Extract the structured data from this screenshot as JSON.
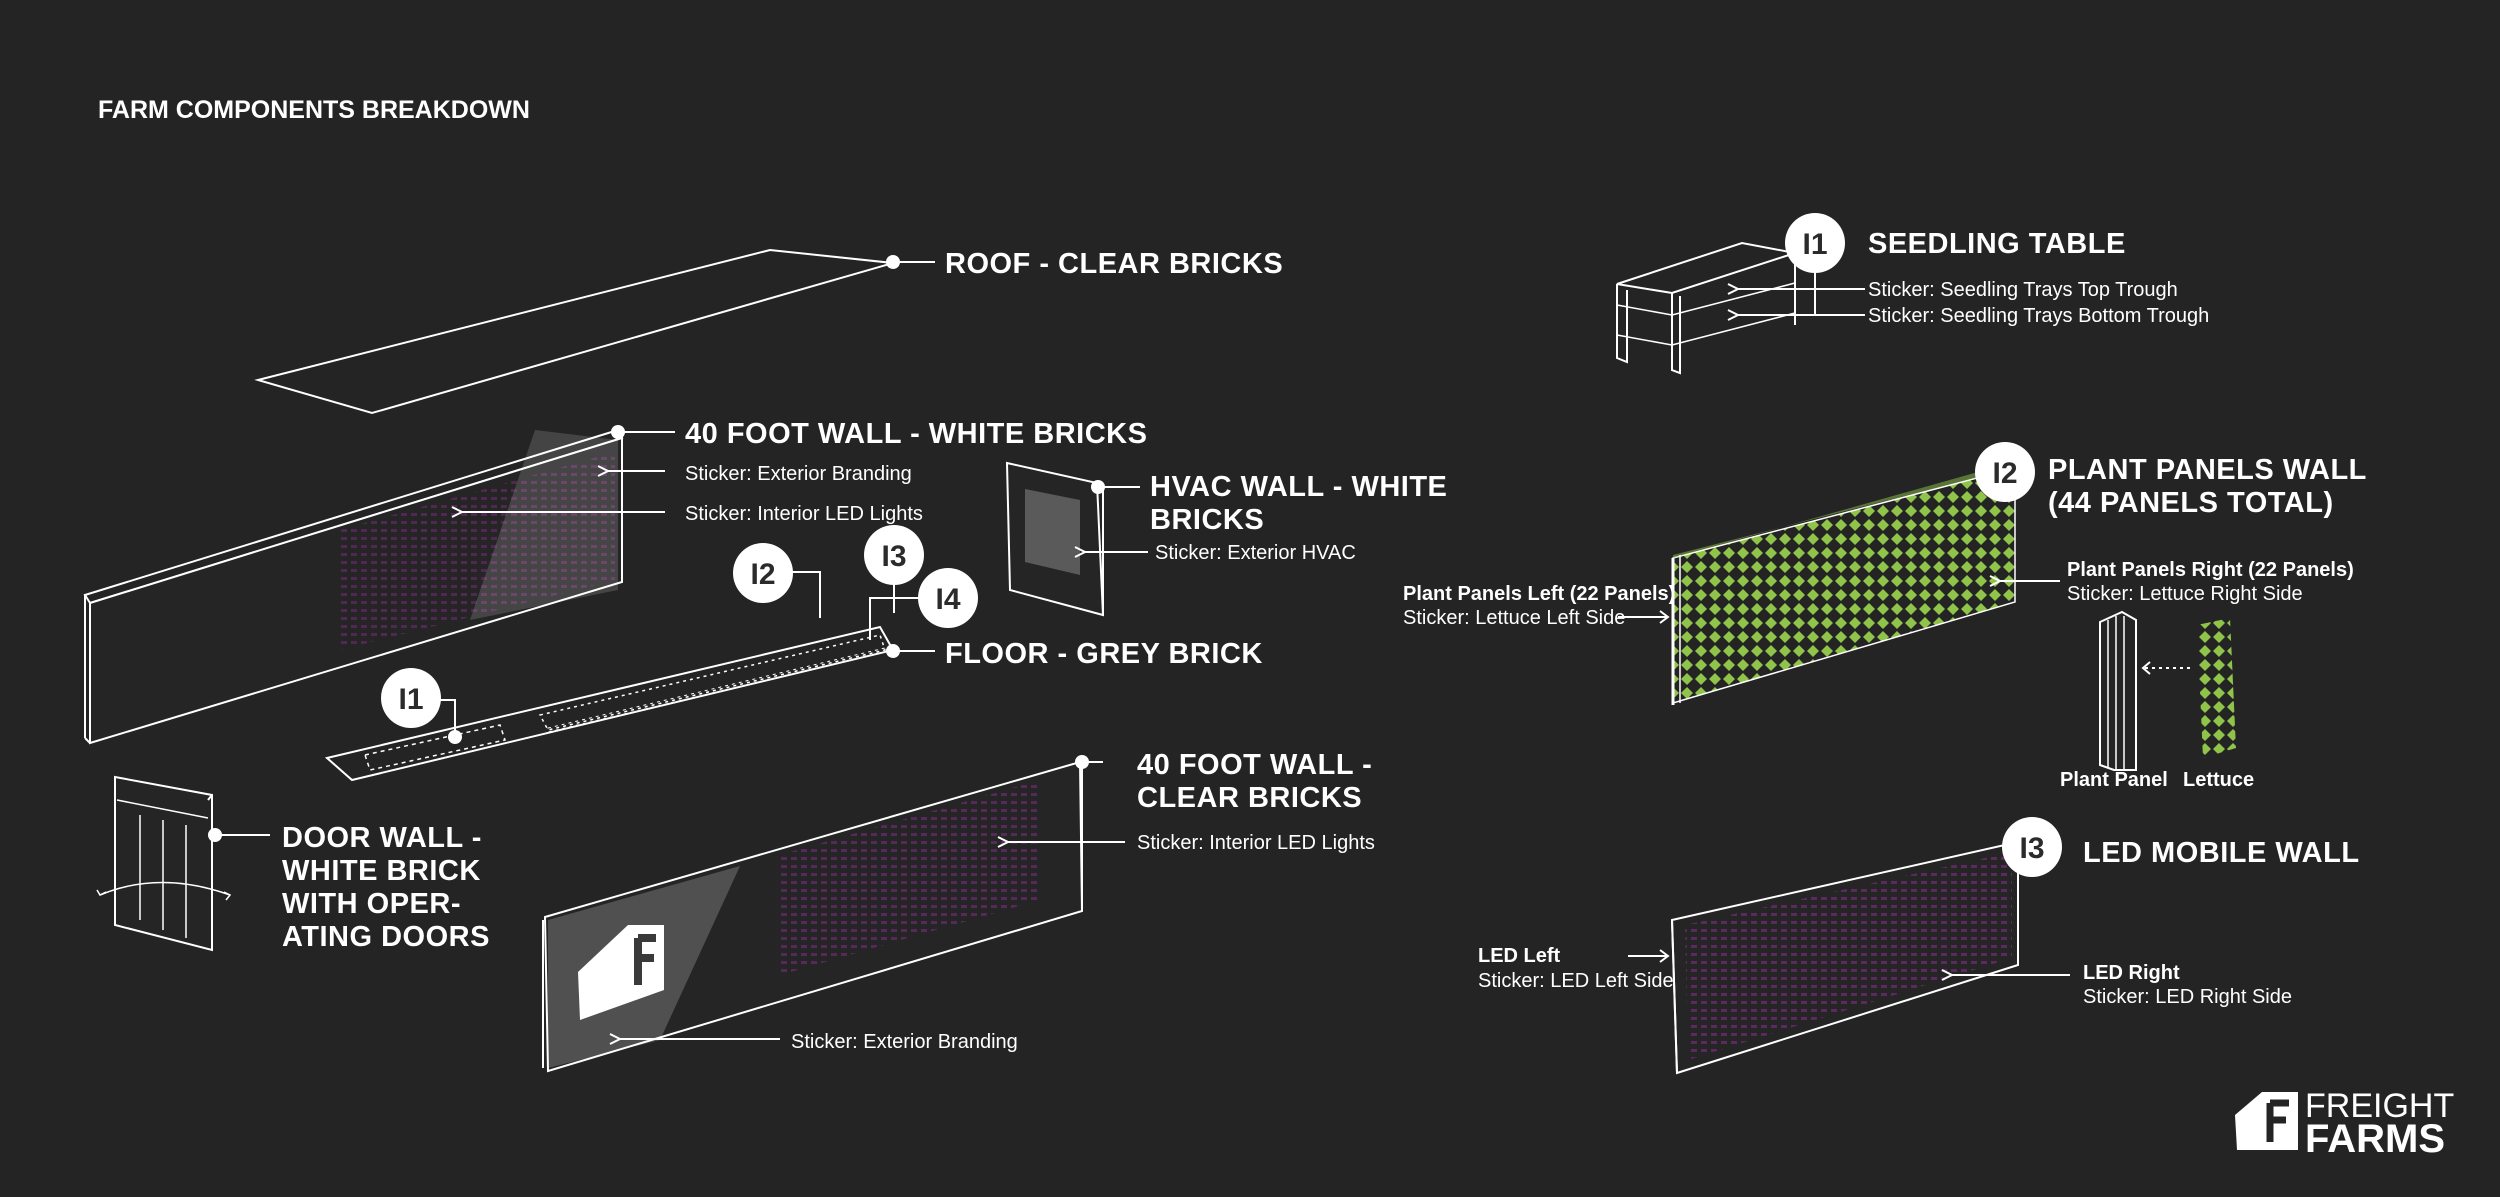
{
  "header": {
    "title": "FARM COMPONENTS BREAKDOWN"
  },
  "components": {
    "roof": "ROOF - CLEAR BRICKS",
    "wall_back": {
      "title": "40 FOOT WALL - WHITE BRICKS",
      "sticker1": "Sticker: Exterior Branding",
      "sticker2": "Sticker: Interior LED Lights"
    },
    "hvac": {
      "line1": "HVAC WALL - WHITE",
      "line2": "BRICKS",
      "sticker": "Sticker: Exterior HVAC"
    },
    "floor": "FLOOR - GREY BRICK",
    "door": {
      "line1": "DOOR WALL -",
      "line2": "WHITE BRICK",
      "line3": "WITH OPER-",
      "line4": "ATING DOORS"
    },
    "wall_front": {
      "line1": "40 FOOT WALL -",
      "line2": "CLEAR BRICKS",
      "sticker1": "Sticker: Interior LED Lights",
      "sticker2": "Sticker: Exterior Branding"
    }
  },
  "badges": {
    "i1": "I1",
    "i2": "I2",
    "i3": "I3",
    "i4": "I4"
  },
  "seedling": {
    "title": "SEEDLING TABLE",
    "sticker1": "Sticker: Seedling Trays Top Trough",
    "sticker2": "Sticker: Seedling Trays Bottom Trough"
  },
  "plant": {
    "title1": "PLANT PANELS WALL",
    "title2": "(44 PANELS TOTAL)",
    "left_title": "Plant Panels Left (22 Panels)",
    "left_sticker": "Sticker: Lettuce Left Side",
    "right_title": "Plant Panels Right (22 Panels)",
    "right_sticker": "Sticker: Lettuce Right Side",
    "panel_label": "Plant Panel",
    "lettuce_label": "Lettuce"
  },
  "led": {
    "title": "LED MOBILE WALL",
    "left_title": "LED Left",
    "left_sticker": "Sticker: LED Left Side",
    "right_title": "LED Right",
    "right_sticker": "Sticker: LED Right Side"
  },
  "logo": {
    "line1": "FREIGHT",
    "line2": "FARMS"
  },
  "colors": {
    "background": "#252424",
    "line": "#ffffff",
    "led": "#5a2a5e",
    "lettuce": "#8fc34a",
    "badge_bg": "#ffffff",
    "badge_text": "#2b2b2b"
  }
}
